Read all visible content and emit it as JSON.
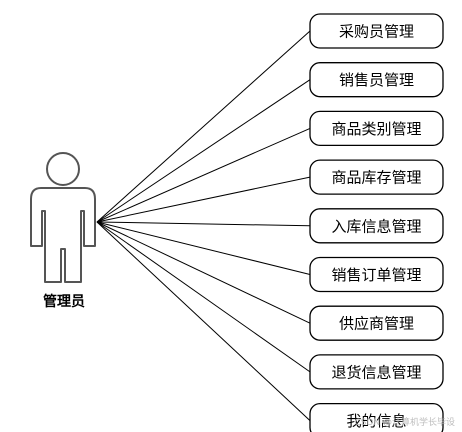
{
  "actor": {
    "label": "管理员"
  },
  "use_cases": [
    "采购员管理",
    "销售员管理",
    "商品类别管理",
    "商品库存管理",
    "入库信息管理",
    "销售订单管理",
    "供应商管理",
    "退货信息管理",
    "我的信息"
  ],
  "watermark": "CSDN @计算机学长毕设",
  "colors": {
    "stroke": "#000000",
    "actor_stroke": "#555555",
    "background": "#ffffff"
  }
}
